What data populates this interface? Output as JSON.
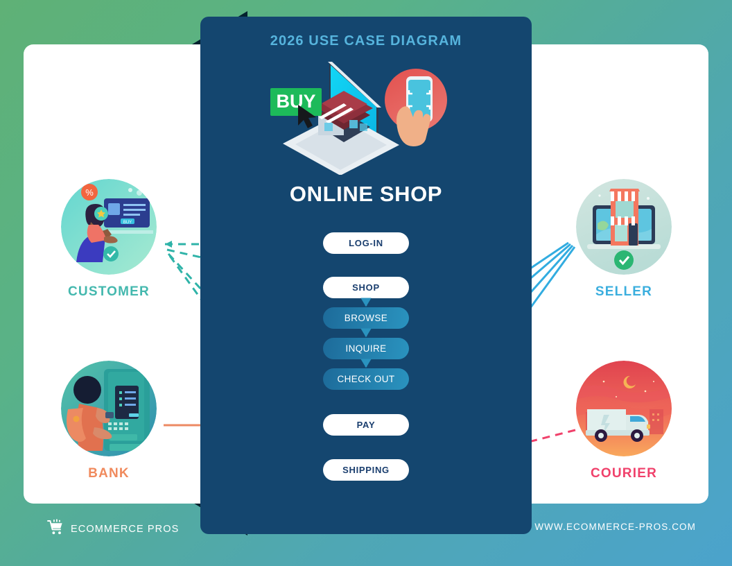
{
  "panel": {
    "title": "2026 USE CASE DIAGRAM",
    "system_name": "ONLINE SHOP",
    "hero_icon": "online-shop-isometric-illustration",
    "hero_buy_label": "BUY"
  },
  "use_cases": [
    {
      "id": "login",
      "label": "LOG-IN",
      "style": "white"
    },
    {
      "id": "shop",
      "label": "SHOP",
      "style": "white"
    },
    {
      "id": "browse",
      "label": "BROWSE",
      "style": "blue"
    },
    {
      "id": "inquire",
      "label": "INQUIRE",
      "style": "blue"
    },
    {
      "id": "checkout",
      "label": "CHECK OUT",
      "style": "blue"
    },
    {
      "id": "pay",
      "label": "PAY",
      "style": "white"
    },
    {
      "id": "shipping",
      "label": "SHIPPING",
      "style": "white"
    }
  ],
  "actors": {
    "customer": {
      "label": "CUSTOMER",
      "color": "#44b8ae",
      "icon": "customer-at-computer-avatar"
    },
    "bank": {
      "label": "BANK",
      "color": "#f08a5d",
      "icon": "person-at-atm-avatar"
    },
    "seller": {
      "label": "SELLER",
      "color": "#3aaede",
      "icon": "storefront-laptop-avatar"
    },
    "courier": {
      "label": "COURIER",
      "color": "#f0416b",
      "icon": "delivery-van-avatar"
    }
  },
  "connectors": [
    {
      "from": "customer",
      "to": "login",
      "style": "dashed",
      "color": "#2fb3a8"
    },
    {
      "from": "customer",
      "to": "shop",
      "style": "dashed",
      "color": "#2fb3a8"
    },
    {
      "from": "customer",
      "to": "pay",
      "style": "dashed",
      "color": "#2fb3a8"
    },
    {
      "from": "customer",
      "to": "shipping",
      "style": "dashed",
      "color": "#2fb3a8"
    },
    {
      "from": "bank",
      "to": "pay",
      "style": "solid",
      "color": "#ec8a63"
    },
    {
      "from": "seller",
      "to": "inquire",
      "style": "solid",
      "color": "#32ace0"
    },
    {
      "from": "seller",
      "to": "checkout",
      "style": "solid",
      "color": "#32ace0"
    },
    {
      "from": "seller",
      "to": "pay",
      "style": "solid",
      "color": "#32ace0"
    },
    {
      "from": "seller",
      "to": "shipping",
      "style": "solid",
      "color": "#32ace0"
    },
    {
      "from": "courier",
      "to": "shipping",
      "style": "dashed",
      "color": "#f0416b"
    }
  ],
  "flow_steps": [
    {
      "from": "shop",
      "to": "browse"
    },
    {
      "from": "browse",
      "to": "inquire"
    },
    {
      "from": "inquire",
      "to": "checkout"
    }
  ],
  "footer": {
    "brand": "ECOMMERCE PROS",
    "brand_icon": "shopping-cart-icon",
    "website": "WWW.ECOMMERCE-PROS.COM"
  },
  "theme": {
    "panel_bg": "#14466f",
    "title_color": "#56b4dd",
    "card_bg": "#ffffff",
    "bg_gradient_start": "#5fb176",
    "bg_gradient_end": "#4ba3cc",
    "shadow_color": "#04222e"
  }
}
